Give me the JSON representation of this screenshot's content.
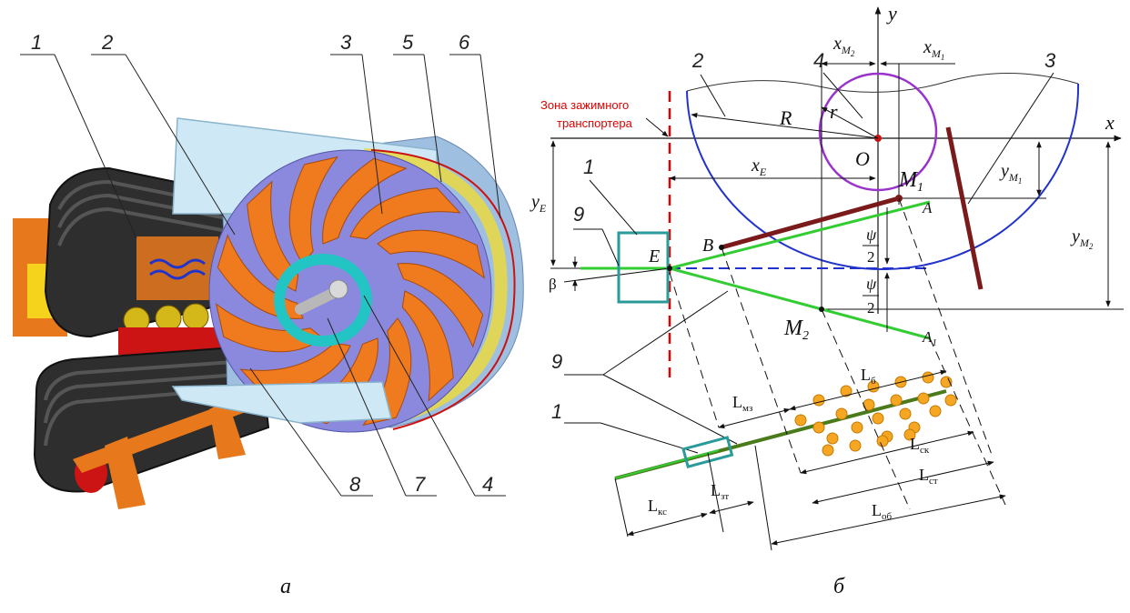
{
  "left_panel": {
    "caption": "а",
    "callouts": [
      "1",
      "2",
      "3",
      "5",
      "6",
      "8",
      "7",
      "4"
    ]
  },
  "right_panel": {
    "caption": "б",
    "zone_label": [
      "Зона зажимного",
      "транспортера"
    ],
    "axis_x": "x",
    "axis_y": "y",
    "points": {
      "O": "O",
      "E": "E",
      "B": "B",
      "A": "A",
      "A1": "A",
      "M1": "M",
      "M2": "M"
    },
    "subscripts": {
      "A1": "1",
      "M1": "1",
      "M2": "2"
    },
    "radius_R": "R",
    "radius_r": "r",
    "dim_xE": "x",
    "dim_xE_sub": "E",
    "dim_yE": "y",
    "dim_yE_sub": "E",
    "dim_xM2": "x",
    "dim_xM2_sub": "M",
    "dim_xM1": "x",
    "dim_xM1_sub": "M",
    "dim_yM1": "y",
    "dim_yM1_sub": "M",
    "dim_yM2": "y",
    "dim_yM2_sub": "M",
    "psi_half_num": "ψ",
    "psi_half_den": "2",
    "beta": "β",
    "callouts": {
      "c1": "1",
      "c2": "2",
      "c3": "3",
      "c4": "4",
      "c9": "9",
      "c9b": "9",
      "c1b": "1"
    },
    "lengths": {
      "Lb": "L",
      "Lb_sub": "б",
      "Lmz": "L",
      "Lmz_sub": "мз",
      "Lsk": "L",
      "Lsk_sub": "ск",
      "Lst": "L",
      "Lst_sub": "ст",
      "Lob": "L",
      "Lob_sub": "об",
      "Lks": "L",
      "Lks_sub": "кс",
      "Lzt": "L",
      "Lzt_sub": "зт"
    }
  },
  "colors": {
    "orange": "#f07a1e",
    "blue_disc": "#8a89dd",
    "light_blue": "#cfe8f5",
    "track": "#3a3a3a",
    "red": "#e00000",
    "green": "#33cc33",
    "purple": "#9933cc",
    "circle_blue": "#2233cc",
    "maroon": "#7a1a1a",
    "teal": "#2a9a9a"
  }
}
